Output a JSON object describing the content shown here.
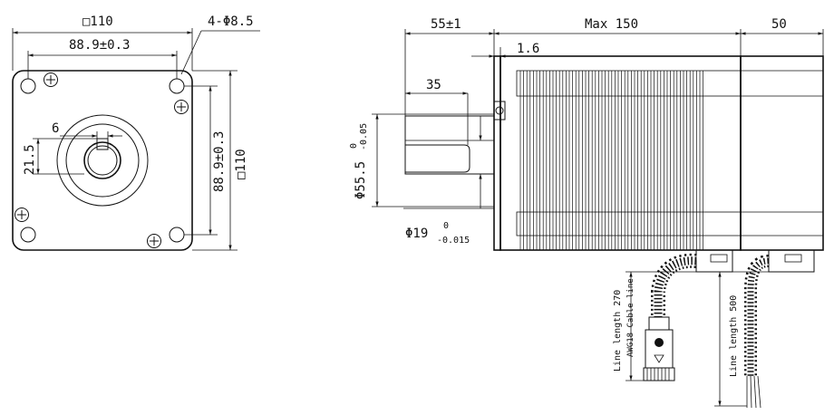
{
  "front_view": {
    "overall_square": "□110",
    "hole_spec": "4-Φ8.5",
    "hole_spacing_h": "88.9±0.3",
    "hole_spacing_v": "88.9±0.3",
    "overall_square_v": "□110",
    "key_width": "6",
    "key_height": "21.5"
  },
  "side_view": {
    "shaft_length": "55±1",
    "key_length": "35",
    "flange_thickness": "1.6",
    "body_length": "Max 150",
    "rear_length": "50",
    "pilot_diameter": "Φ55.5",
    "pilot_tol_upper": "0",
    "pilot_tol_lower": "-0.05",
    "shaft_diameter": "Φ19",
    "shaft_tol_upper": "0",
    "shaft_tol_lower": "-0.015",
    "cable_line_1": "Line length 270",
    "cable_line_2": "AWG18 Cable line",
    "cable_line_3": "Line length 500"
  }
}
